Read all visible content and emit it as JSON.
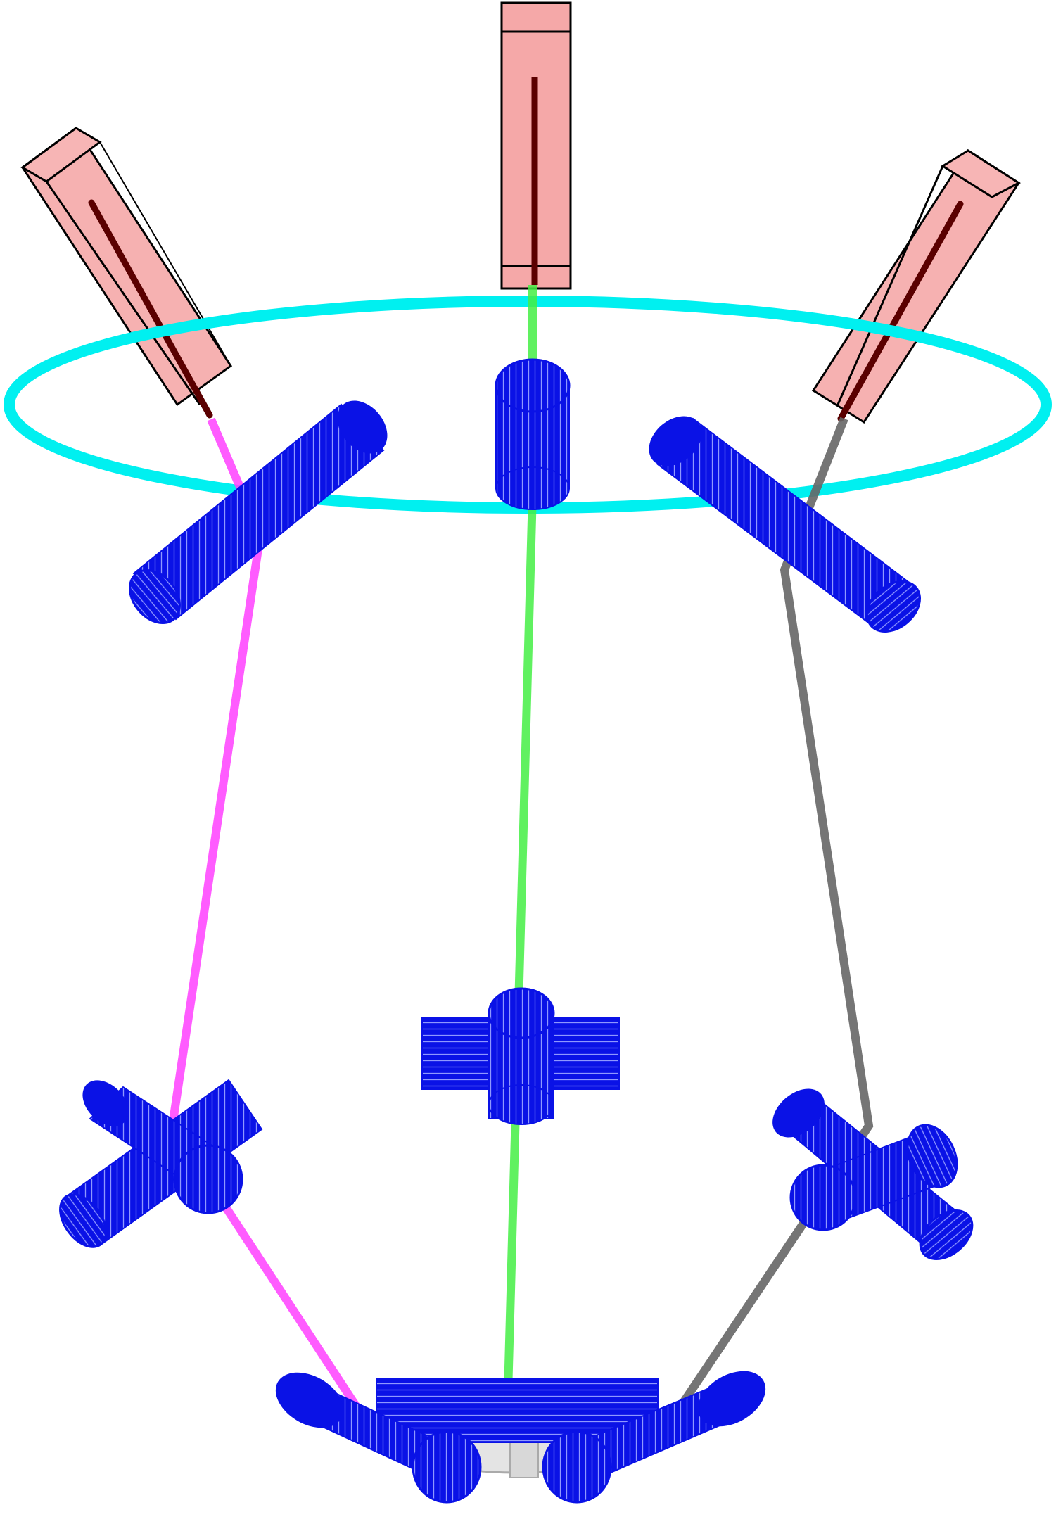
{
  "figure": {
    "kind": "3d-mechanism-rendering",
    "text_labels": [],
    "colors": {
      "background": "#ffffff",
      "ring": "#00f0f0",
      "joint_cylinder": "#0a12e6",
      "joint_hatch": "#9aa0ff",
      "actuator_box": "#f5a8a8",
      "actuator_edge": "#000000",
      "leg_left": "#ff40ff",
      "leg_center": "#44ee44",
      "leg_right": "#666666",
      "platform": "#d8d8d8"
    },
    "components": {
      "base_ring": "cyan-ring",
      "actuators": [
        "left-actuator",
        "center-actuator",
        "right-actuator"
      ],
      "legs": [
        "magenta-leg",
        "green-leg",
        "gray-leg"
      ],
      "joints": "blue-cylindrical-joints",
      "moving_platform": "end-effector-platform"
    }
  }
}
